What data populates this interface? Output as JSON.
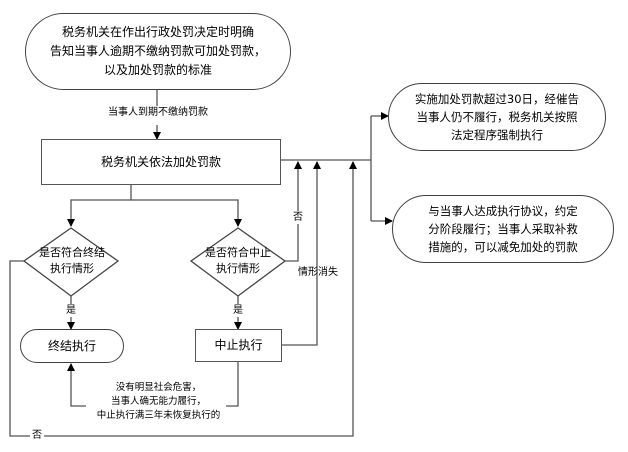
{
  "diagram": {
    "start_node": {
      "lines": [
        "税务机关在作出行政处罚决定时明确",
        "告知当事人逾期不缴纳罚款可加处罚款，",
        "以及加处罚款的标准"
      ]
    },
    "edge_unpaid_label": "当事人到期不缴纳罚款",
    "main_process": "税务机关依法加处罚款",
    "outcome_enforce": {
      "lines": [
        "实施加处罚款超过30日，经催告",
        "当事人仍不履行，税务机关按照",
        "法定程序强制执行"
      ]
    },
    "outcome_agreement": {
      "lines": [
        "与当事人达成执行协议，约定",
        "分阶段履行；当事人采取补救",
        "措施的，可以减免加处的罚款"
      ]
    },
    "decision_terminate": {
      "lines": [
        "是否符合终结",
        "执行情形"
      ]
    },
    "decision_suspend": {
      "lines": [
        "是否符合中止",
        "执行情形"
      ]
    },
    "yes_label": "是",
    "no_label": "否",
    "terminate_node": "终结执行",
    "suspend_node": "中止执行",
    "situation_gone_label": "情形消失",
    "suspend_to_terminate_label": {
      "lines": [
        "没有明显社会危害，",
        "当事人确无能力履行，",
        "中止执行满三年未恢复执行的"
      ]
    }
  }
}
